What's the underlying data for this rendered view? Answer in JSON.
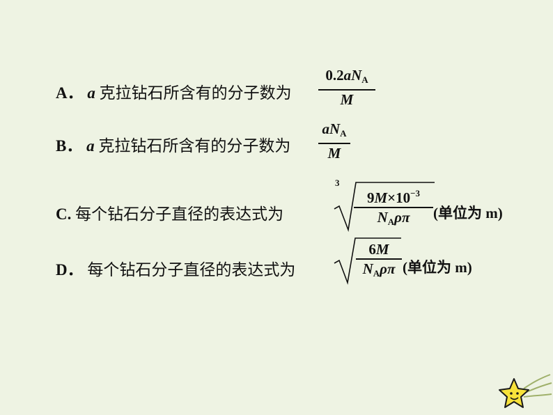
{
  "options": [
    {
      "letter": "A．",
      "var": "a",
      "text": "克拉钻石所含有的分子数为",
      "num": {
        "coef": "0.2",
        "v": "aN",
        "sub": "A"
      },
      "den": "M"
    },
    {
      "letter": "B．",
      "var": "a",
      "text": "克拉钻石所含有的分子数为",
      "num": {
        "v": "aN",
        "sub": "A"
      },
      "den": "M"
    },
    {
      "letter": "C.",
      "text": "每个钻石分子直径的表达式为",
      "root_index": "3",
      "num": {
        "coef": "9",
        "v": "M",
        "times": "×10",
        "exp": "−3"
      },
      "den": {
        "v": "N",
        "sub": "A",
        "rest": "ρπ"
      },
      "unit": "(单位为 m)"
    },
    {
      "letter": "D．",
      "text": "每个钻石分子直径的表达式为",
      "num": {
        "coef": "6",
        "v": "M"
      },
      "den": {
        "v": "N",
        "sub": "A",
        "rest": "ρπ"
      },
      "unit": "(单位为 m)"
    }
  ],
  "colors": {
    "background": "#eef3e3",
    "text": "#111111",
    "star": "#f7e23a"
  },
  "decoration": {
    "icon": "smiling-star-icon"
  }
}
